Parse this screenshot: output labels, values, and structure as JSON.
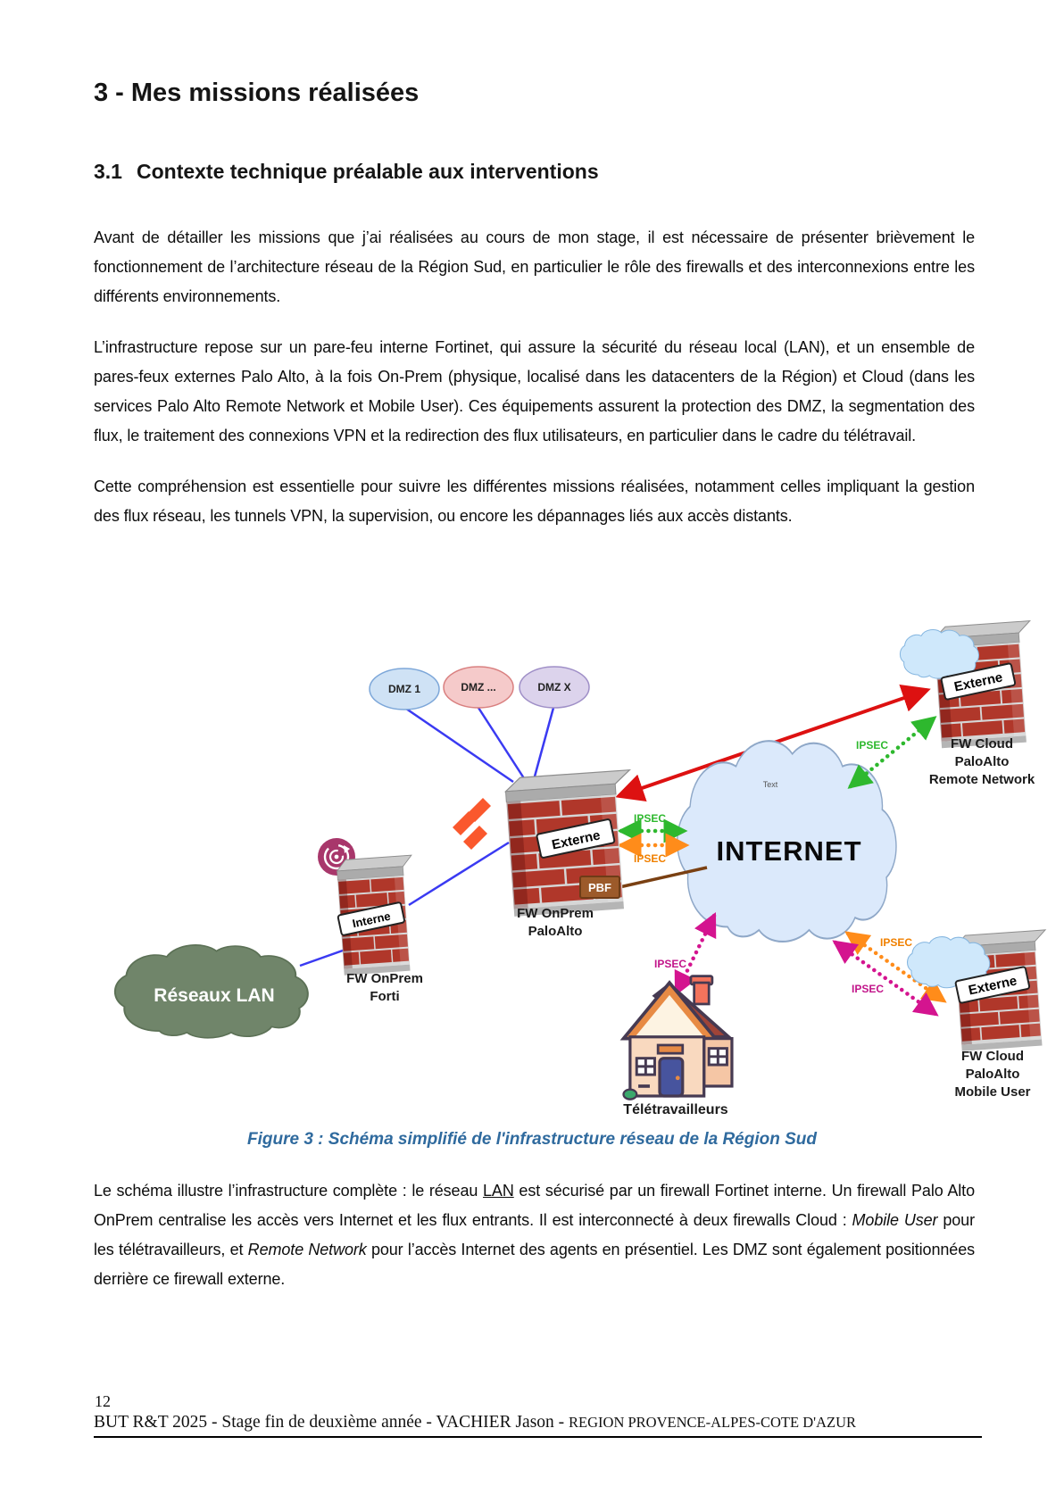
{
  "document": {
    "h1": "3 - Mes missions réalisées",
    "h2_number": "3.1",
    "h2_title": "Contexte technique préalable aux interventions",
    "paragraphs": {
      "p1": "Avant de détailler les missions que j’ai réalisées au cours de mon stage, il est nécessaire de présenter brièvement le fonctionnement de l’architecture réseau de la Région Sud, en particulier le rôle des firewalls et des interconnexions entre les différents environnements.",
      "p2": "L’infrastructure repose sur un pare-feu interne Fortinet, qui assure la sécurité du réseau local (LAN), et un ensemble de pares-feux externes Palo Alto, à la fois On-Prem (physique, localisé dans les datacenters de la Région) et Cloud (dans les services Palo Alto Remote Network et Mobile User). Ces équipements assurent la protection des DMZ, la segmentation des flux, le traitement des connexions VPN et la redirection des flux utilisateurs, en particulier dans le cadre du télétravail.",
      "p3": "Cette compréhension est essentielle pour suivre les différentes missions réalisées, notamment celles impliquant la gestion des flux réseau, les tunnels VPN, la supervision, ou encore les dépannages liés aux accès distants.",
      "p4_before_lan": "Le schéma illustre l’infrastructure complète : le réseau ",
      "p4_lan": "LAN",
      "p4_mid1": " est sécurisé par un firewall Fortinet interne. Un firewall Palo Alto OnPrem centralise les accès vers Internet et les flux entrants. Il est interconnecté à deux firewalls Cloud : ",
      "p4_mobile_user": "Mobile User",
      "p4_mid2": " pour les télétravailleurs, et ",
      "p4_remote_network": "Remote Network",
      "p4_end": " pour l’accès Internet des agents en présentiel. Les DMZ sont également positionnées derrière ce firewall externe."
    },
    "figure_caption": "Figure 3 : Schéma simplifié de l'infrastructure réseau de la Région Sud",
    "footer": {
      "page_number": "12",
      "text": "BUT R&T 2025 - Stage fin de deuxième année - VACHIER Jason - ",
      "organization": "REGION PROVENCE-ALPES-COTE D'AZUR"
    }
  },
  "diagram": {
    "dmz_nodes": [
      {
        "label": "DMZ 1",
        "fill": "#cfe2f5",
        "border": "#7da7d9"
      },
      {
        "label": "DMZ ...",
        "fill": "#f5caca",
        "border": "#d98080"
      },
      {
        "label": "DMZ X",
        "fill": "#dcd3ec",
        "border": "#9f8fc7"
      }
    ],
    "internet_label": "INTERNET",
    "internet_text_tag": "Text",
    "lan_label": "Réseaux LAN",
    "teleworkers_label": "Télétravailleurs",
    "pbf_label": "PBF",
    "ipsec_label": "IPSEC",
    "fw_onprem_palo": {
      "tag": "Externe",
      "line1": "FW OnPrem",
      "line2": "PaloAlto"
    },
    "fw_onprem_forti": {
      "tag": "Interne",
      "line1": "FW OnPrem",
      "line2": "Forti"
    },
    "fw_cloud_rn": {
      "tag": "Externe",
      "line1": "FW Cloud",
      "line2": "PaloAlto",
      "line3": "Remote Network"
    },
    "fw_cloud_mu": {
      "tag": "Externe",
      "line1": "FW Cloud",
      "line2": "PaloAlto",
      "line3": "Mobile User"
    },
    "colors": {
      "ipsec_green": "#2eb82e",
      "ipsec_orange": "#f08000",
      "ipsec_magenta": "#c2158a",
      "red_link": "#dd1111",
      "blue_link": "#3a3af2",
      "pbf_brown": "#7a4012",
      "caption_blue": "#2f6a9e"
    }
  }
}
